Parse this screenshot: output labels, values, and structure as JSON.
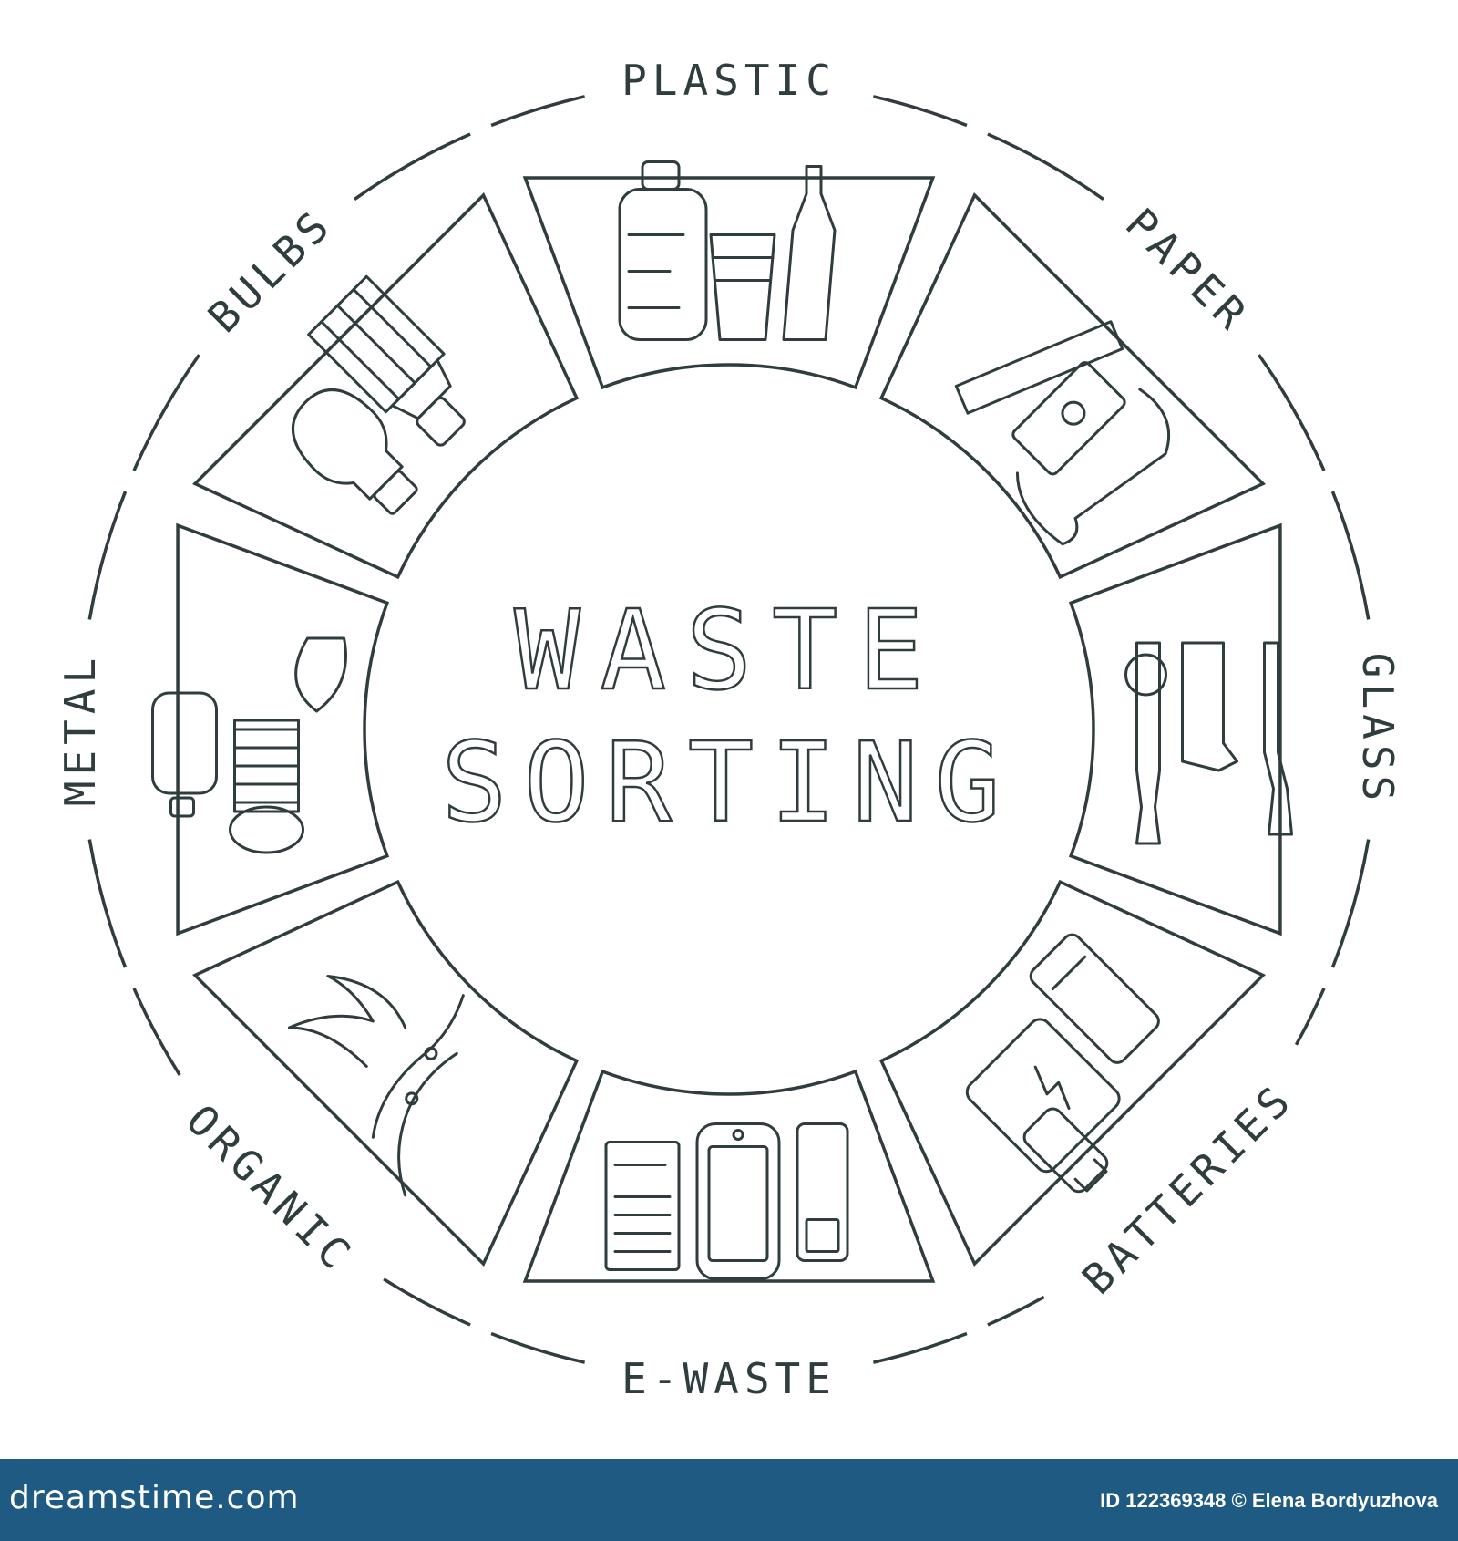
{
  "title": {
    "line1": "WASTE",
    "line2": "SORTING"
  },
  "segments": [
    {
      "id": "plastic",
      "label": "PLASTIC",
      "icon": "plastic-bottles-cup-icon"
    },
    {
      "id": "paper",
      "label": "PAPER",
      "icon": "paper-roll-coffee-cup-icon"
    },
    {
      "id": "glass",
      "label": "GLASS",
      "icon": "broken-glass-bottles-icon"
    },
    {
      "id": "batteries",
      "label": "BATTERIES",
      "icon": "batteries-icon"
    },
    {
      "id": "ewaste",
      "label": "E-WASTE",
      "icon": "phone-keyboard-remote-icon"
    },
    {
      "id": "organic",
      "label": "ORGANIC",
      "icon": "food-scraps-icon"
    },
    {
      "id": "metal",
      "label": "METAL",
      "icon": "metal-cans-icon"
    },
    {
      "id": "bulbs",
      "label": "BULBS",
      "icon": "light-bulbs-icon"
    }
  ],
  "footer": {
    "brand": "dreamstime.com",
    "credit": "ID 122369348 © Elena Bordyuzhova"
  },
  "colors": {
    "stroke": "#2f3d3f",
    "footer": "#1f5a82"
  }
}
